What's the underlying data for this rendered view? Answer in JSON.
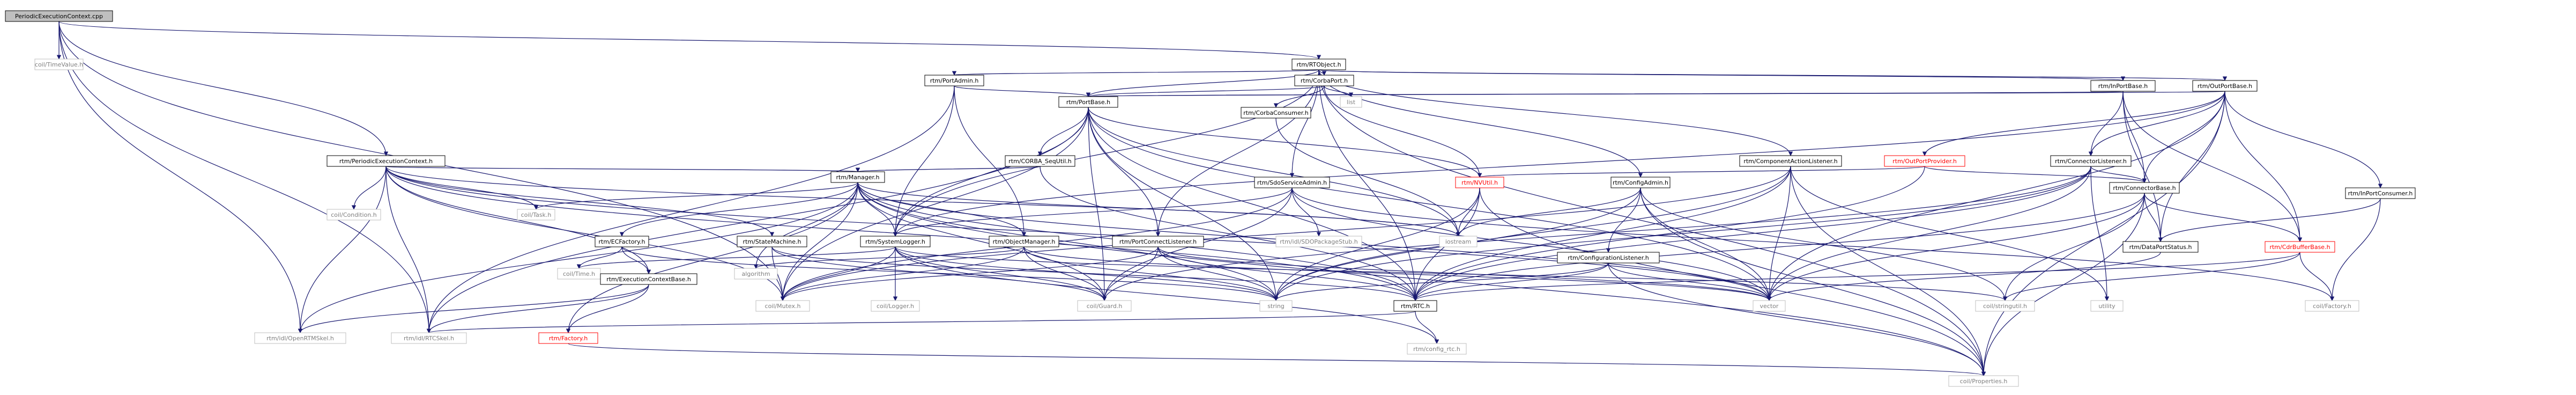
{
  "diagram": {
    "type": "include-dependency-graph",
    "nodes": [
      {
        "id": "root",
        "label": "PeriodicExecutionContext.cpp",
        "style": "root"
      },
      {
        "id": "timevalue",
        "label": "coil/TimeValue.h",
        "style": "gray"
      },
      {
        "id": "rtobject",
        "label": "rtm/RTObject.h",
        "style": "link"
      },
      {
        "id": "pec_h",
        "label": "rtm/PeriodicExecutionContext.h",
        "style": "link"
      },
      {
        "id": "portadmin",
        "label": "rtm/PortAdmin.h",
        "style": "link"
      },
      {
        "id": "corbaport",
        "label": "rtm/CorbaPort.h",
        "style": "link"
      },
      {
        "id": "inportbase",
        "label": "rtm/InPortBase.h",
        "style": "link"
      },
      {
        "id": "outportbase",
        "label": "rtm/OutPortBase.h",
        "style": "link"
      },
      {
        "id": "portbase",
        "label": "rtm/PortBase.h",
        "style": "link"
      },
      {
        "id": "list",
        "label": "list",
        "style": "gray"
      },
      {
        "id": "corbaconsumer",
        "label": "rtm/CorbaConsumer.h",
        "style": "link"
      },
      {
        "id": "complistener",
        "label": "rtm/ComponentActionListener.h",
        "style": "link"
      },
      {
        "id": "outportprovider",
        "label": "rtm/OutPortProvider.h",
        "style": "red"
      },
      {
        "id": "connlistener",
        "label": "rtm/ConnectorListener.h",
        "style": "link"
      },
      {
        "id": "corba_sequtil",
        "label": "rtm/CORBA_SeqUtil.h",
        "style": "link"
      },
      {
        "id": "manager",
        "label": "rtm/Manager.h",
        "style": "link"
      },
      {
        "id": "sdoadmin",
        "label": "rtm/SdoServiceAdmin.h",
        "style": "link"
      },
      {
        "id": "nvutil",
        "label": "rtm/NVUtil.h",
        "style": "red"
      },
      {
        "id": "configadmin",
        "label": "rtm/ConfigAdmin.h",
        "style": "link"
      },
      {
        "id": "connbase",
        "label": "rtm/ConnectorBase.h",
        "style": "link"
      },
      {
        "id": "inportconsumer",
        "label": "rtm/InPortConsumer.h",
        "style": "link"
      },
      {
        "id": "condition",
        "label": "coil/Condition.h",
        "style": "gray"
      },
      {
        "id": "task",
        "label": "coil/Task.h",
        "style": "gray"
      },
      {
        "id": "ecfactory",
        "label": "rtm/ECFactory.h",
        "style": "link"
      },
      {
        "id": "statemachine",
        "label": "rtm/StateMachine.h",
        "style": "link"
      },
      {
        "id": "systemlogger",
        "label": "rtm/SystemLogger.h",
        "style": "link"
      },
      {
        "id": "objmanager",
        "label": "rtm/ObjectManager.h",
        "style": "link"
      },
      {
        "id": "portconnlistener",
        "label": "rtm/PortConnectListener.h",
        "style": "link"
      },
      {
        "id": "sdopkg",
        "label": "rtm/idl/SDOPackageStub.h",
        "style": "gray"
      },
      {
        "id": "iostream",
        "label": "iostream",
        "style": "gray"
      },
      {
        "id": "conflistener",
        "label": "rtm/ConfigurationListener.h",
        "style": "link"
      },
      {
        "id": "dataportstatus",
        "label": "rtm/DataPortStatus.h",
        "style": "link"
      },
      {
        "id": "cdrbuffer",
        "label": "rtm/CdrBufferBase.h",
        "style": "red"
      },
      {
        "id": "time",
        "label": "coil/Time.h",
        "style": "gray"
      },
      {
        "id": "ecbase",
        "label": "rtm/ExecutionContextBase.h",
        "style": "link"
      },
      {
        "id": "algorithm",
        "label": "algorithm",
        "style": "gray"
      },
      {
        "id": "mutex",
        "label": "coil/Mutex.h",
        "style": "gray"
      },
      {
        "id": "logger",
        "label": "coil/Logger.h",
        "style": "gray"
      },
      {
        "id": "guard",
        "label": "coil/Guard.h",
        "style": "gray"
      },
      {
        "id": "string",
        "label": "string",
        "style": "gray"
      },
      {
        "id": "rtc",
        "label": "rtm/RTC.h",
        "style": "link"
      },
      {
        "id": "vector",
        "label": "vector",
        "style": "gray"
      },
      {
        "id": "stringutil",
        "label": "coil/stringutil.h",
        "style": "gray"
      },
      {
        "id": "utility",
        "label": "utility",
        "style": "gray"
      },
      {
        "id": "factory_coil",
        "label": "coil/Factory.h",
        "style": "gray"
      },
      {
        "id": "openrtmskel",
        "label": "rtm/idl/OpenRTMSkel.h",
        "style": "gray"
      },
      {
        "id": "rtcskel",
        "label": "rtm/idl/RTCSkel.h",
        "style": "gray"
      },
      {
        "id": "factory_rtm",
        "label": "rtm/Factory.h",
        "style": "red"
      },
      {
        "id": "config_rtc",
        "label": "rtm/config_rtc.h",
        "style": "gray"
      },
      {
        "id": "properties",
        "label": "coil/Properties.h",
        "style": "gray"
      }
    ]
  }
}
